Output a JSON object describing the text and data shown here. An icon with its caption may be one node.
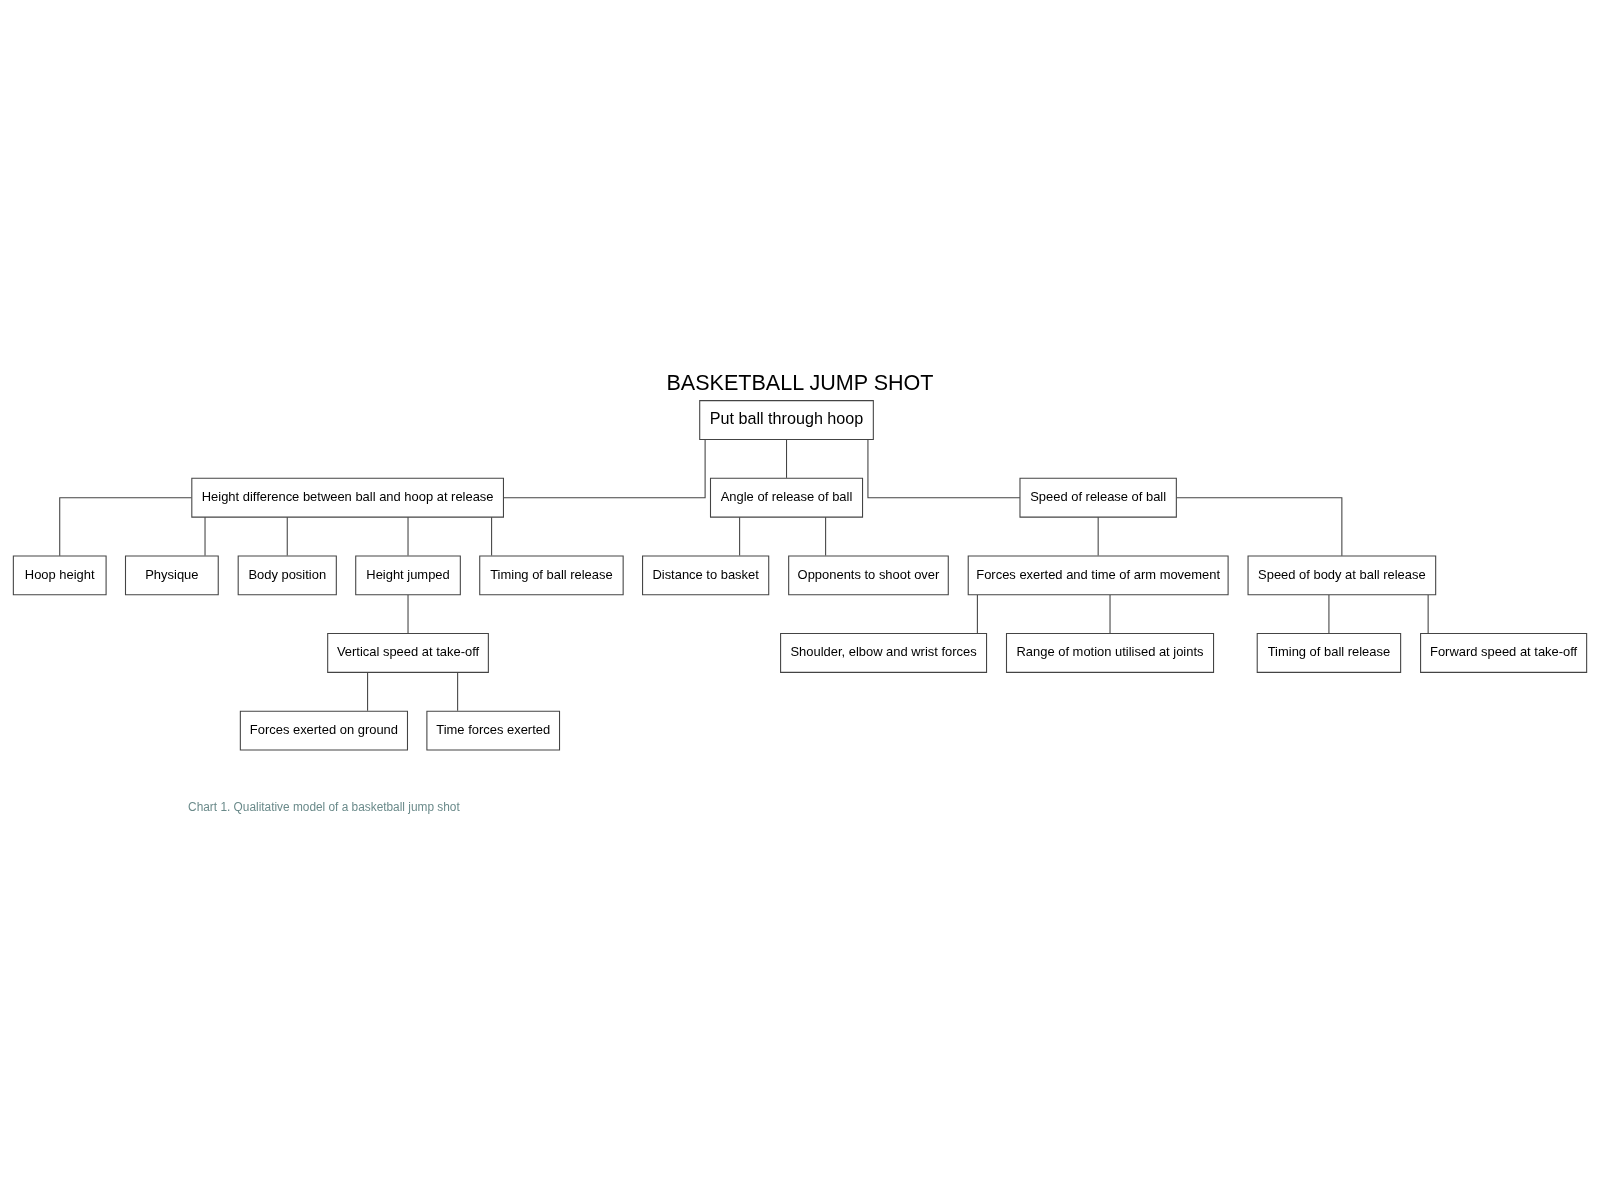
{
  "diagram": {
    "title": "BASKETBALL JUMP SHOT",
    "caption": "Chart 1. Qualitative model of a basketball jump shot",
    "nodes": [
      {
        "text": [
          "Put ball through hoop"
        ]
      },
      {
        "text": [
          "Height difference between ball and hoop at release"
        ]
      },
      {
        "text": [
          "Angle of release of ball"
        ]
      },
      {
        "text": [
          "Speed of release of ball"
        ]
      },
      {
        "text": [
          "Hoop height"
        ]
      },
      {
        "text": [
          "Physique"
        ]
      },
      {
        "text": [
          "Body position"
        ]
      },
      {
        "text": [
          "Height jumped"
        ]
      },
      {
        "text": [
          "Timing of ball release"
        ]
      },
      {
        "text": [
          "Distance to basket"
        ]
      },
      {
        "text": [
          "Opponents to shoot over"
        ]
      },
      {
        "text": [
          "Forces exerted and time of arm movement"
        ]
      },
      {
        "text": [
          "Speed of body at ball release"
        ]
      },
      {
        "text": [
          "Vertical speed at take-off"
        ]
      },
      {
        "text": [
          "Shoulder, elbow and wrist forces"
        ]
      },
      {
        "text": [
          "Range of motion utilised at joints"
        ]
      },
      {
        "text": [
          "Timing of ball release"
        ]
      },
      {
        "text": [
          "Forward speed at take-off"
        ]
      },
      {
        "text": [
          "Forces exerted on ground"
        ]
      },
      {
        "text": [
          "Time forces exerted"
        ]
      }
    ],
    "edges": [
      {
        "from": 0,
        "to": 1,
        "arrow": "none"
      },
      {
        "from": 0,
        "to": 2,
        "arrow": "none"
      },
      {
        "from": 0,
        "to": 3,
        "arrow": "none"
      },
      {
        "from": 1,
        "to": 4,
        "arrow": "none"
      },
      {
        "from": 1,
        "to": 5,
        "arrow": "none"
      },
      {
        "from": 1,
        "to": 6,
        "arrow": "none"
      },
      {
        "from": 1,
        "to": 7,
        "arrow": "none"
      },
      {
        "from": 1,
        "to": 8,
        "arrow": "none"
      },
      {
        "from": 2,
        "to": 9,
        "arrow": "none"
      },
      {
        "from": 2,
        "to": 10,
        "arrow": "none"
      },
      {
        "from": 3,
        "to": 11,
        "arrow": "none"
      },
      {
        "from": 3,
        "to": 12,
        "arrow": "none"
      },
      {
        "from": 7,
        "to": 13,
        "arrow": "none"
      },
      {
        "from": 11,
        "to": 14,
        "arrow": "none"
      },
      {
        "from": 11,
        "to": 15,
        "arrow": "none"
      },
      {
        "from": 12,
        "to": 16,
        "arrow": "none"
      },
      {
        "from": 12,
        "to": 17,
        "arrow": "none"
      },
      {
        "from": 13,
        "to": 18,
        "arrow": "none"
      },
      {
        "from": 13,
        "to": 19,
        "arrow": "none"
      }
    ]
  }
}
